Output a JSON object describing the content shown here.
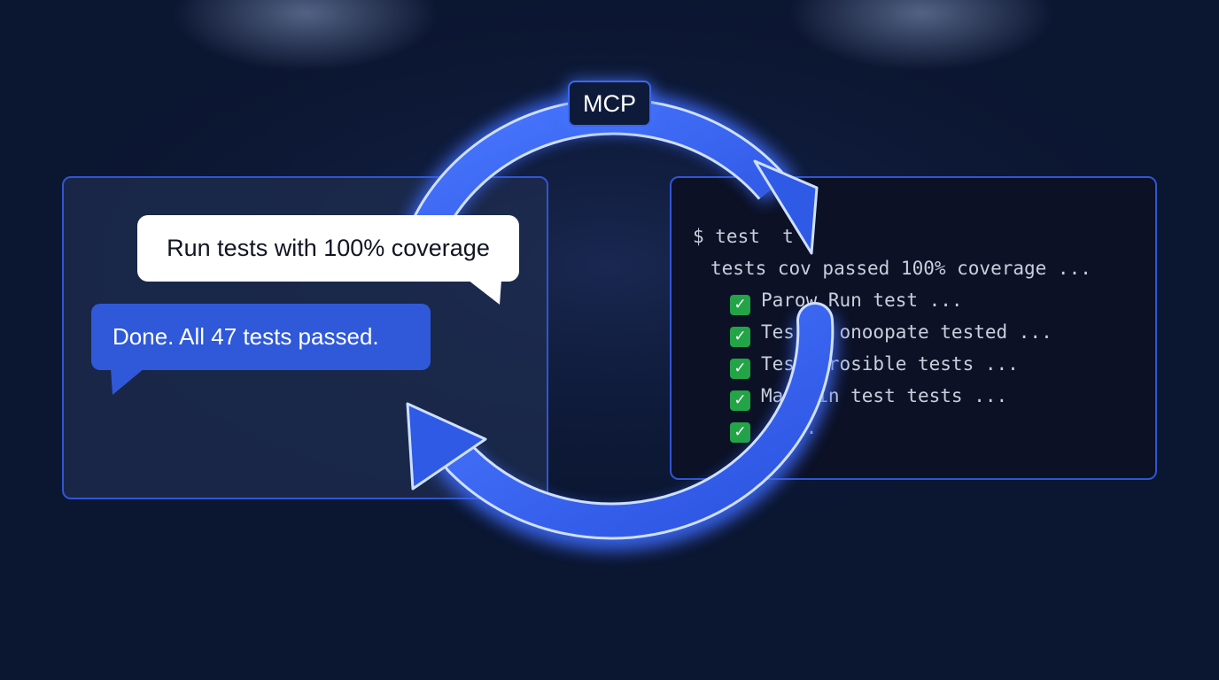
{
  "badge": {
    "label": "MCP"
  },
  "chat": {
    "user_message": "Run tests with 100% coverage",
    "assistant_message": "Done. All 47 tests passed."
  },
  "terminal": {
    "lines": [
      {
        "text": "$ test  t",
        "check": false
      },
      {
        "text": "tests cov passed 100% coverage ...",
        "check": false
      },
      {
        "text": "Parow Run test ...",
        "check": true
      },
      {
        "text": "Tes  p onoopate tested ...",
        "check": true
      },
      {
        "text": "Tes  prosible tests ...",
        "check": true
      },
      {
        "text": "Ma  min test tests ...",
        "check": true
      },
      {
        "text": "  ...",
        "check": true
      }
    ]
  },
  "colors": {
    "background": "#0b1631",
    "accent_blue": "#2f59d8",
    "check_green": "#22a447"
  },
  "icons": {
    "cycle": "circular-arrows-icon",
    "check": "check-mark-icon"
  }
}
